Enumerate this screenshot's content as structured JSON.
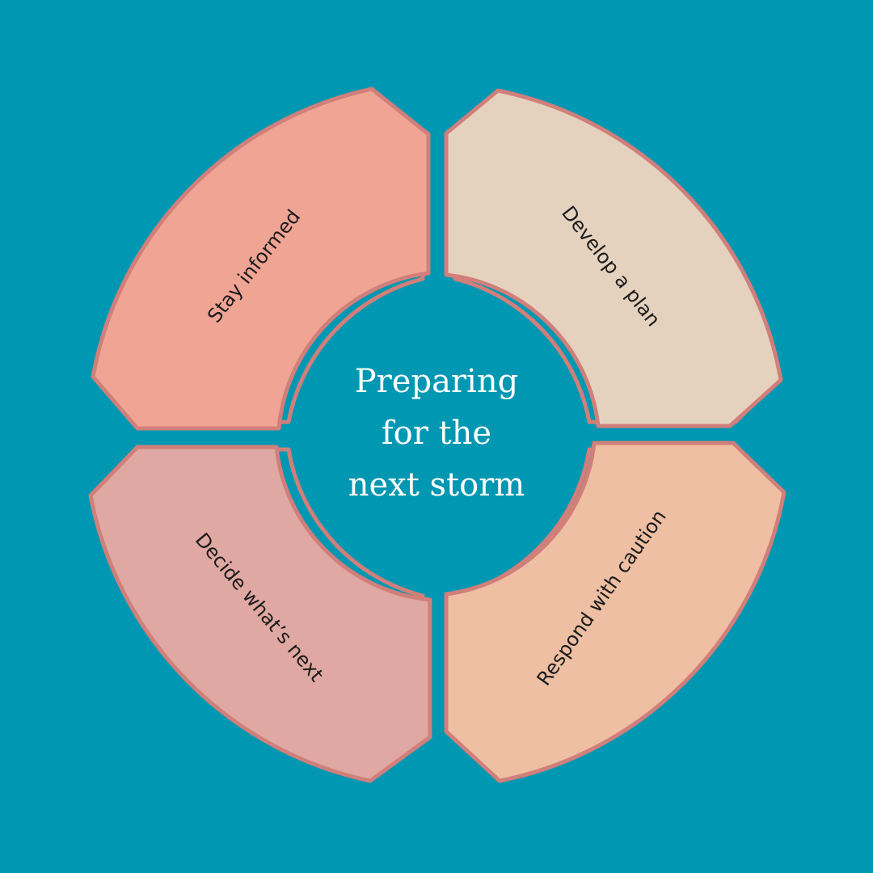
{
  "colors": {
    "background": "#0097b2",
    "outline": "#d17f7a",
    "segment_top_left": "#f0a494",
    "segment_top_right": "#e5d2be",
    "segment_bottom_left": "#dfa8a2",
    "segment_bottom_right": "#eebfa3",
    "title": "#ffffff",
    "label": "#1b1b1b"
  },
  "center": {
    "line1": "Preparing",
    "line2": "for the",
    "line3": "next storm"
  },
  "segments": {
    "top_left": "Stay informed",
    "top_right": "Develop a plan",
    "bottom_right": "Respond with caution",
    "bottom_left": "Decide what’s next"
  }
}
